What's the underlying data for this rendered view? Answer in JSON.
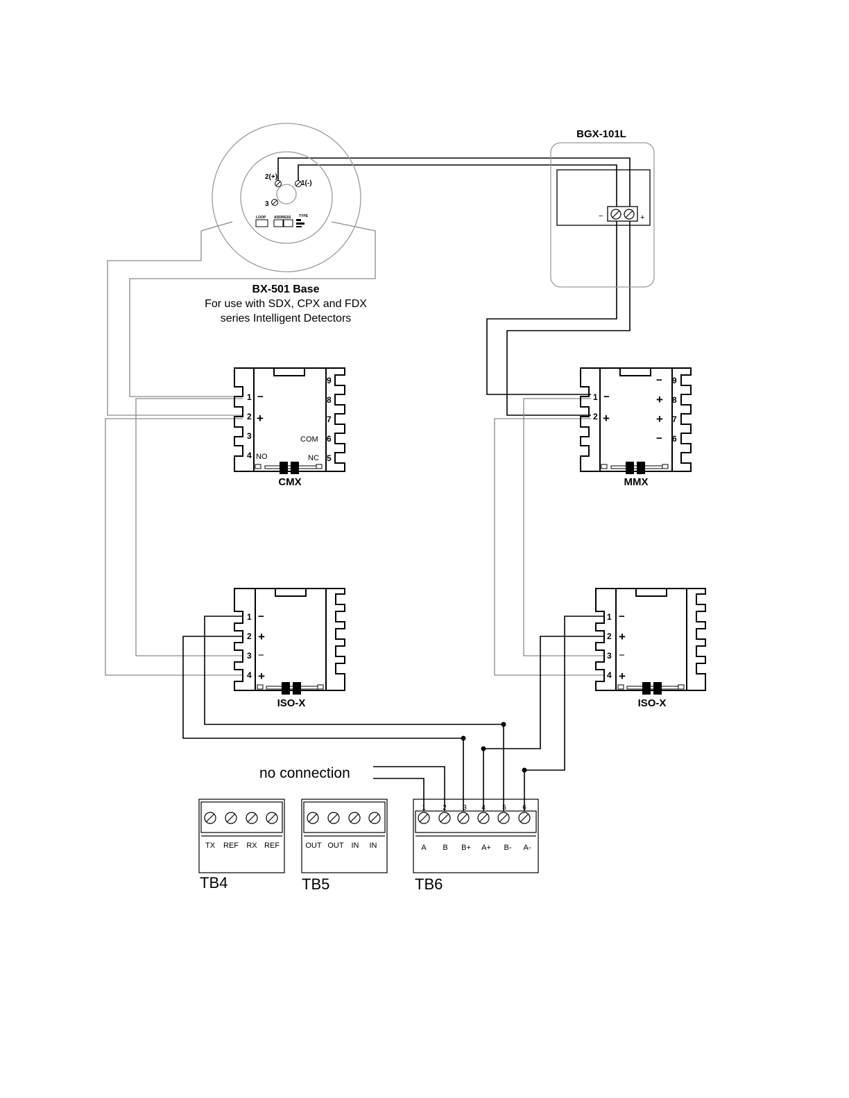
{
  "base": {
    "title": "BX-501 Base",
    "subtitle_1": "For use with SDX, CPX and FDX",
    "subtitle_2": "series Intelligent Detectors",
    "term_2": "2(+)",
    "term_1": "1(-)",
    "term_3": "3",
    "switch_loop": "LOOP",
    "switch_address": "ADDRESS",
    "switch_type": "TYPE"
  },
  "bgx": {
    "title": "BGX-101L",
    "minus": "−",
    "plus": "+"
  },
  "cmx": {
    "title": "CMX",
    "left_pins": [
      "1",
      "2",
      "3",
      "4"
    ],
    "left_signs": [
      "−",
      "+"
    ],
    "right_pins": [
      "9",
      "8",
      "7",
      "6",
      "5"
    ],
    "no_label": "NO",
    "nc_label": "NC",
    "com_label": "COM"
  },
  "mmx": {
    "title": "MMX",
    "left_pins": [
      "1",
      "2"
    ],
    "left_signs": [
      "−",
      "+"
    ],
    "right_pins": [
      "9",
      "8",
      "7",
      "6"
    ],
    "right_signs": [
      "−",
      "+",
      "+",
      "−"
    ]
  },
  "iso_left": {
    "title": "ISO-X",
    "pins": [
      "1",
      "2",
      "3",
      "4"
    ],
    "signs": [
      "−",
      "+",
      "−",
      "+"
    ]
  },
  "iso_right": {
    "title": "ISO-X",
    "pins": [
      "1",
      "2",
      "3",
      "4"
    ],
    "signs": [
      "−",
      "+",
      "−",
      "+"
    ]
  },
  "no_connection": "no connection",
  "tb4": {
    "name": "TB4",
    "labels": [
      "TX",
      "REF",
      "RX",
      "REF"
    ]
  },
  "tb5": {
    "name": "TB5",
    "labels": [
      "OUT",
      "OUT",
      "IN",
      "IN"
    ]
  },
  "tb6": {
    "name": "TB6",
    "numbers": [
      "1",
      "2",
      "3",
      "4",
      "5",
      "6"
    ],
    "labels": [
      "A",
      "B",
      "B+",
      "A+",
      "B-",
      "A-"
    ]
  }
}
